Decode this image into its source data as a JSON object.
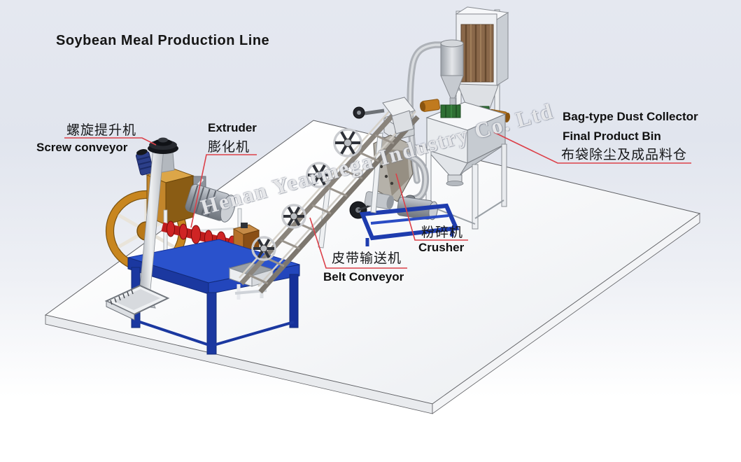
{
  "title": "Soybean Meal Production Line",
  "watermark": "Henan Yearmega Industry Co. Ltd",
  "labels": {
    "screw_conveyor": {
      "zh": "螺旋提升机",
      "en": "Screw conveyor"
    },
    "extruder": {
      "en": "Extruder",
      "zh": "膨化机"
    },
    "dust_collector_bin": {
      "en_line1": "Bag-type Dust Collector",
      "en_line2": "Final Product Bin",
      "zh": "布袋除尘及成品料仓"
    },
    "crusher": {
      "zh": "粉碎机",
      "en": "Crusher"
    },
    "belt_conveyor": {
      "zh": "皮带输送机",
      "en": "Belt Conveyor"
    }
  },
  "colors": {
    "annotation_red": "#dc4049",
    "frame_blue": "#2447be",
    "hopper_orange": "#c3862b",
    "extruder_red": "#bf1d1d",
    "valve_green": "#2e6f33",
    "metal_gray": "#b7bcc3",
    "filter_bag_brown": "#8a684a"
  }
}
